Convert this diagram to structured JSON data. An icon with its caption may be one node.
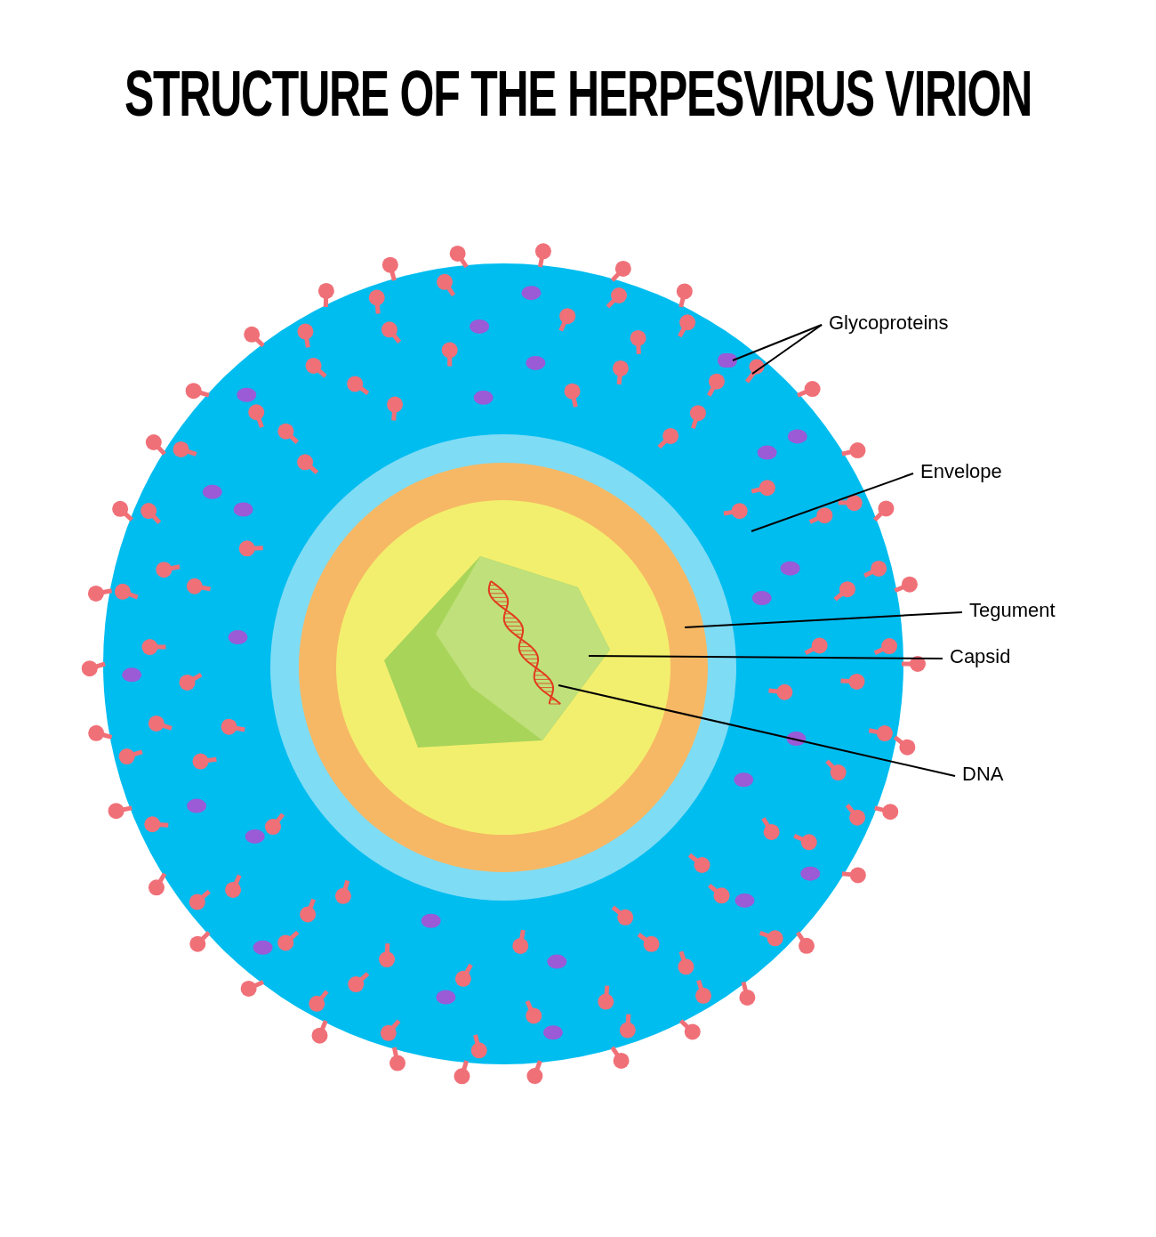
{
  "diagram": {
    "title": "STRUCTURE OF THE HERPESVIRUS VIRION",
    "nodes": [
      {
        "text": [
          "Glycoproteins"
        ]
      },
      {
        "text": [
          "Envelope"
        ]
      },
      {
        "text": [
          "Tegument"
        ]
      },
      {
        "text": [
          "Capsid"
        ]
      },
      {
        "text": [
          "DNA"
        ]
      },
      {
        "text": [],
        "shape": "circle"
      },
      {
        "text": [],
        "shape": "circle",
        "in": 5
      },
      {
        "text": [],
        "shape": "hexagon",
        "in": 6
      },
      {
        "text": [],
        "shape": "helix",
        "in": 7
      },
      {
        "text": [],
        "shape": "circle",
        "in": 5
      },
      {
        "text": [],
        "shape": "spike",
        "in": 5
      }
    ],
    "edges": [
      {
        "from": 0,
        "to": 9,
        "arrow": "none"
      },
      {
        "from": 0,
        "to": 10,
        "arrow": "none"
      },
      {
        "from": 1,
        "to": 5,
        "arrow": "none"
      },
      {
        "from": 2,
        "to": 6,
        "arrow": "none"
      },
      {
        "from": 3,
        "to": 7,
        "arrow": "none"
      },
      {
        "from": 4,
        "to": 8,
        "arrow": "none"
      }
    ]
  }
}
